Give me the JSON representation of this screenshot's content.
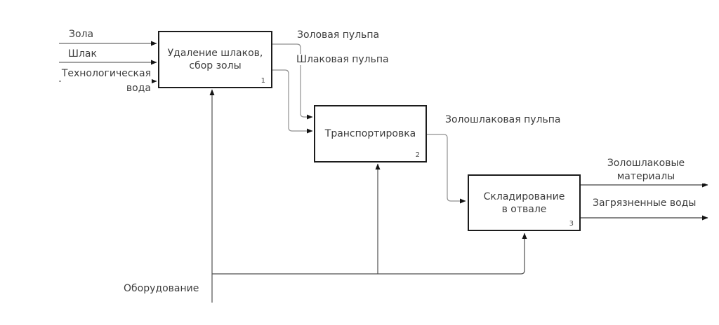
{
  "diagram": {
    "type": "IDEF0 process flow",
    "colors": {
      "background": "#ffffff",
      "box_border": "#1c1c1c",
      "text": "#3d3d3d",
      "input_line": "#6a6a6a",
      "connector_line": "#8f8f8f",
      "output_line": "#424242",
      "mechanism_line": "#4f4f4f",
      "arrowhead": "#141414"
    },
    "boxes": [
      {
        "line1": "Удаление шлаков,",
        "line2": "сбор золы",
        "number": "1"
      },
      {
        "line1": "Транспортировка",
        "line2": "",
        "number": "2"
      },
      {
        "line1": "Складирование",
        "line2": "в отвале",
        "number": "3"
      }
    ],
    "labels": {
      "input_1": "Зола",
      "input_2": "Шлак",
      "input_3_line1": "Технологическая",
      "input_3_line2": "вода",
      "box1_output_top": "Золовая пульпа",
      "box1_output_bottom": "Шлаковая пульпа",
      "box2_output": "Золошлаковая пульпа",
      "box3_output_top_line1": "Золошлаковые",
      "box3_output_top_line2": "материалы",
      "box3_output_bottom": "Загрязненные воды",
      "mechanism": "Оборудование"
    }
  }
}
